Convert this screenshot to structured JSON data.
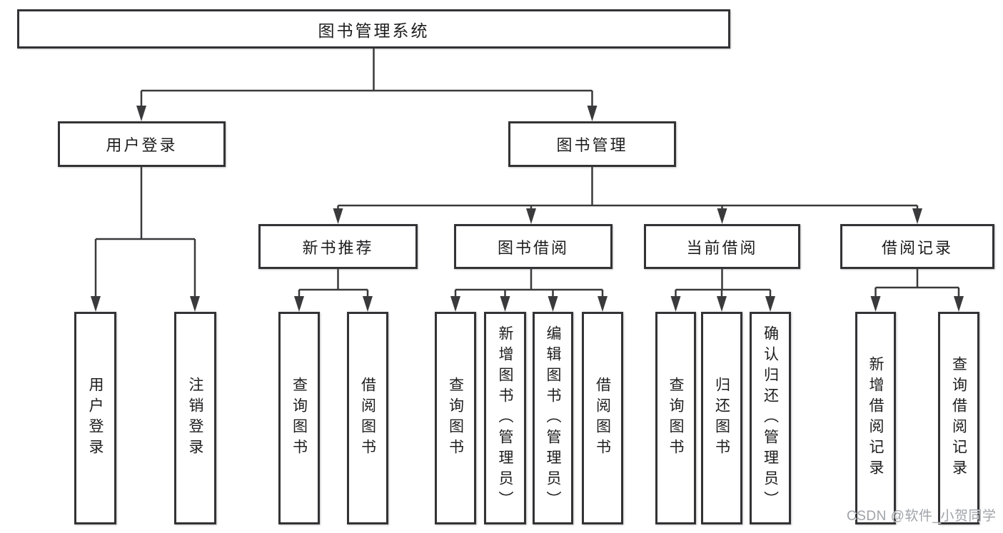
{
  "root": {
    "label": "图书管理系统"
  },
  "level2": [
    {
      "label": "用户登录",
      "children": [
        {
          "label": "用户登录"
        },
        {
          "label": "注销登录"
        }
      ]
    },
    {
      "label": "图书管理",
      "children": [
        {
          "label": "新书推荐",
          "children": [
            {
              "label": "查询图书"
            },
            {
              "label": "借阅图书"
            }
          ]
        },
        {
          "label": "图书借阅",
          "children": [
            {
              "label": "查询图书"
            },
            {
              "label": "新增图书（管理员）"
            },
            {
              "label": "编辑图书（管理员）"
            },
            {
              "label": "借阅图书"
            }
          ]
        },
        {
          "label": "当前借阅",
          "children": [
            {
              "label": "查询图书"
            },
            {
              "label": "归还图书"
            },
            {
              "label": "确认归还（管理员）"
            }
          ]
        },
        {
          "label": "借阅记录",
          "children": [
            {
              "label": "新增借阅记录"
            },
            {
              "label": "查询借阅记录"
            }
          ]
        }
      ]
    }
  ],
  "watermark": "CSDN @软件_小贺同学",
  "colors": {
    "line": "#3a3a3c",
    "box_border": "#333336",
    "box_fill": "#ffffff",
    "text": "#1d1d1f",
    "watermark": "#9fa3a8"
  }
}
